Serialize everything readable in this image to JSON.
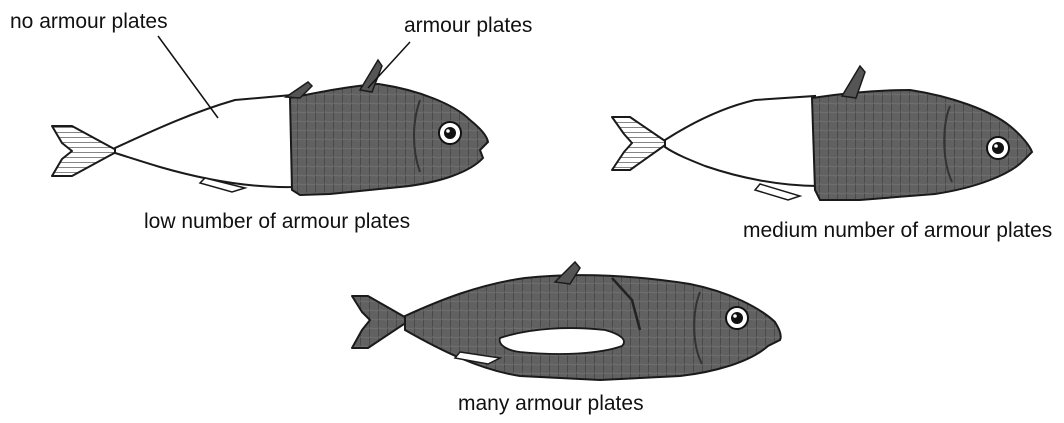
{
  "labels": {
    "no_plates": "no armour plates",
    "plates": "armour plates"
  },
  "fish": [
    {
      "caption": "low number of armour plates"
    },
    {
      "caption": "medium number of armour plates"
    },
    {
      "caption": "many armour plates"
    }
  ],
  "colors": {
    "plated": "#5f5f5f",
    "unplated": "#ffffff",
    "outline": "#1a1a1a"
  }
}
